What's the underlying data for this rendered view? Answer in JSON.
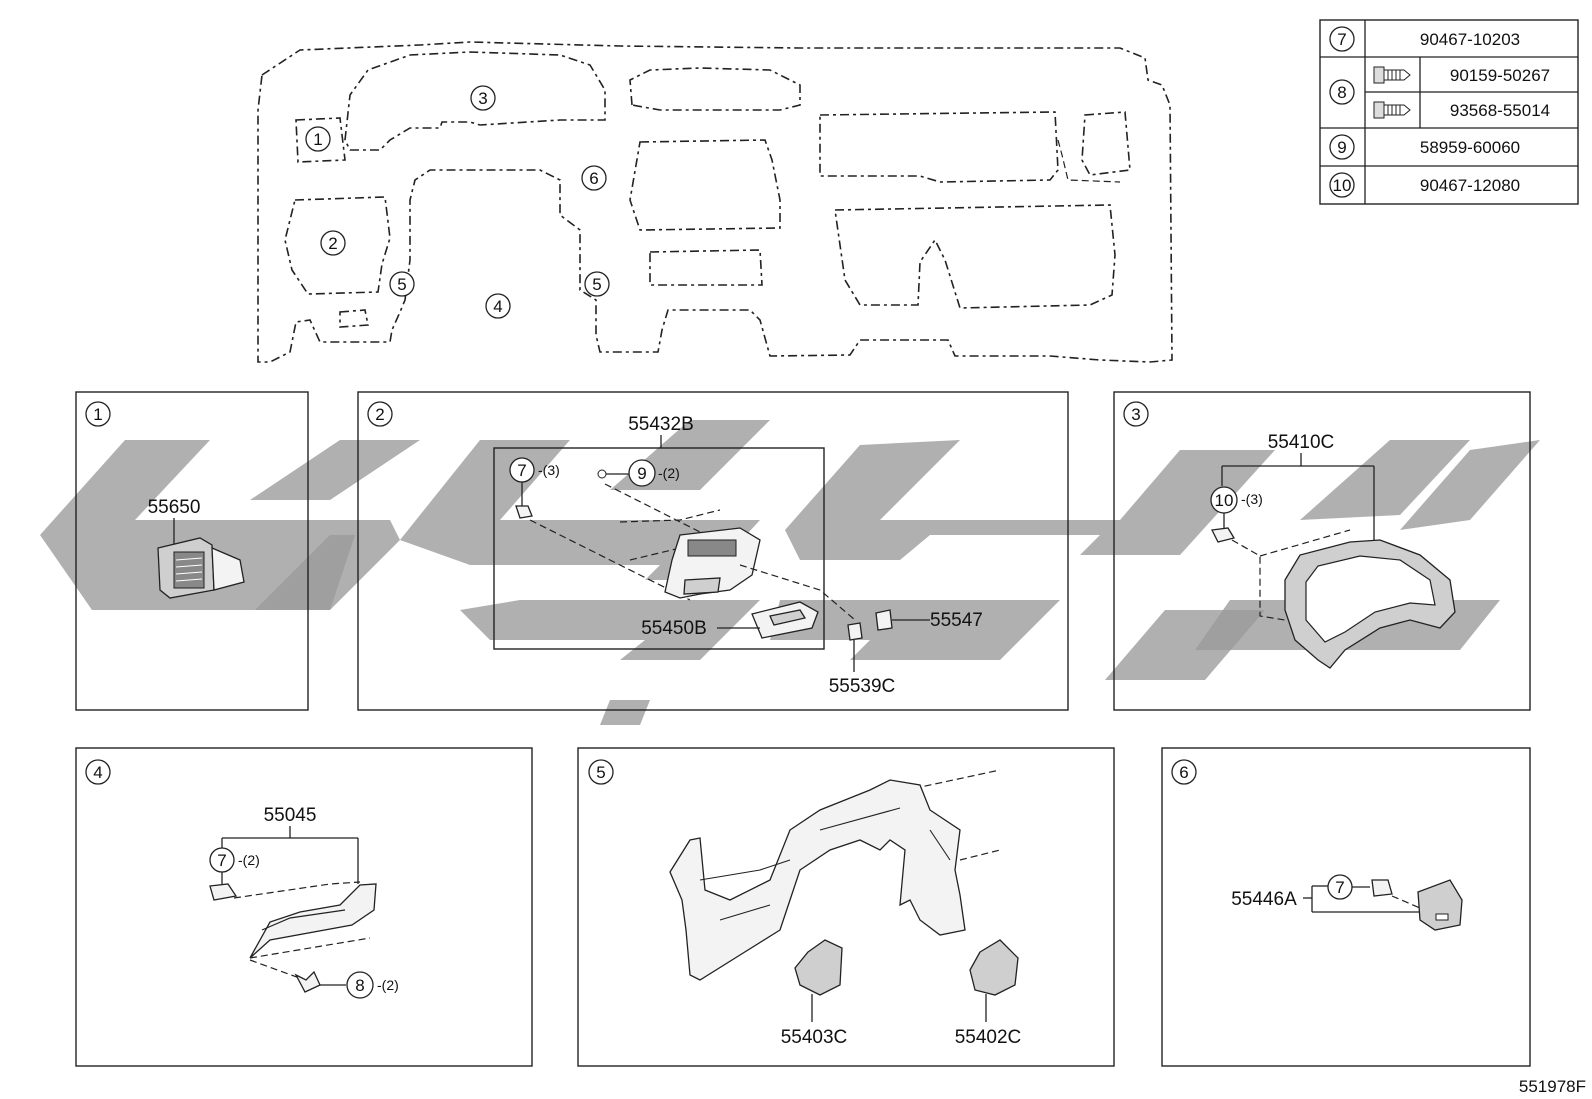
{
  "overview": {
    "callouts": [
      "1",
      "2",
      "3",
      "4",
      "5",
      "5",
      "6"
    ]
  },
  "legend_table": {
    "rows": [
      {
        "ref": "7",
        "parts": [
          "90467-10203"
        ]
      },
      {
        "ref": "8",
        "parts": [
          "90159-50267",
          "93568-55014"
        ]
      },
      {
        "ref": "9",
        "parts": [
          "58959-60060"
        ]
      },
      {
        "ref": "10",
        "parts": [
          "90467-12080"
        ]
      }
    ]
  },
  "panels": {
    "p1": {
      "ref": "1",
      "part": "55650"
    },
    "p2": {
      "ref": "2",
      "assembly": "55432B",
      "fastener_a": "7",
      "fastener_a_qty": "-(3)",
      "fastener_b": "9",
      "fastener_b_qty": "-(2)",
      "part_a": "55450B",
      "part_b": "55547",
      "part_c": "55539C"
    },
    "p3": {
      "ref": "3",
      "part": "55410C",
      "fastener": "10",
      "fastener_qty": "-(3)"
    },
    "p4": {
      "ref": "4",
      "part": "55045",
      "fastener_a": "7",
      "fastener_a_qty": "-(2)",
      "fastener_b": "8",
      "fastener_b_qty": "-(2)"
    },
    "p5": {
      "ref": "5",
      "part_a": "55403C",
      "part_b": "55402C"
    },
    "p6": {
      "ref": "6",
      "part": "55446A",
      "fastener": "7"
    }
  },
  "footer": {
    "code": "551978F"
  }
}
